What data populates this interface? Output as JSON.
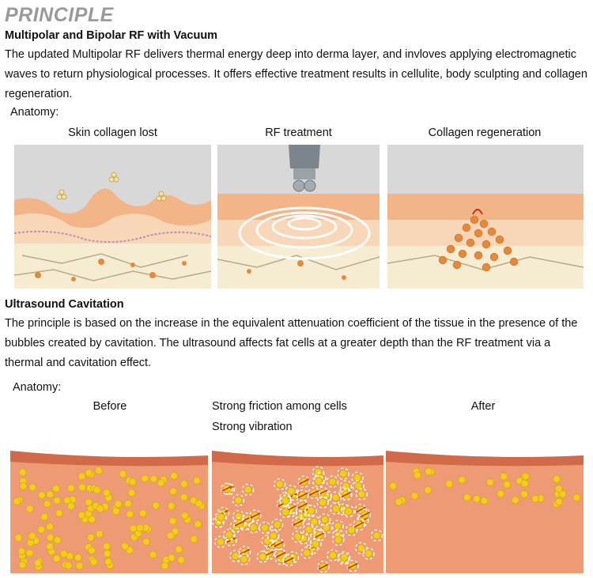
{
  "title": "PRINCIPLE",
  "rf": {
    "heading": "Multipolar and Bipolar RF with Vacuum",
    "body": "The updated Multipolar RF delivers thermal energy deep into derma layer, and invloves applying electromagnetic waves to return physiological processes. It offers effective treatment results in cellulite, body sculpting and collagen regeneration.",
    "anatomy_label": "Anatomy:",
    "captions": [
      "Skin collagen lost",
      "RF treatment",
      "Collagen regeneration"
    ]
  },
  "us": {
    "heading": "Ultrasound Cavitation",
    "body": "The principle is based on the increase in the equivalent attenuation coefficient of the tissue in the presence of the bubbles created by cavitation. The ultrasound affects fat cells at a greater depth than the RF treatment via a thermal and cavitation effect.",
    "anatomy_label": "Anatomy:",
    "captions": [
      "Before",
      "Strong friction among cells",
      "Strong vibration",
      "After"
    ]
  },
  "colors": {
    "title": "#9a9a9a",
    "skin": "#f0a27a",
    "fat_cell": "#f2cc1e",
    "gray_bg": "#d8d8d8"
  }
}
